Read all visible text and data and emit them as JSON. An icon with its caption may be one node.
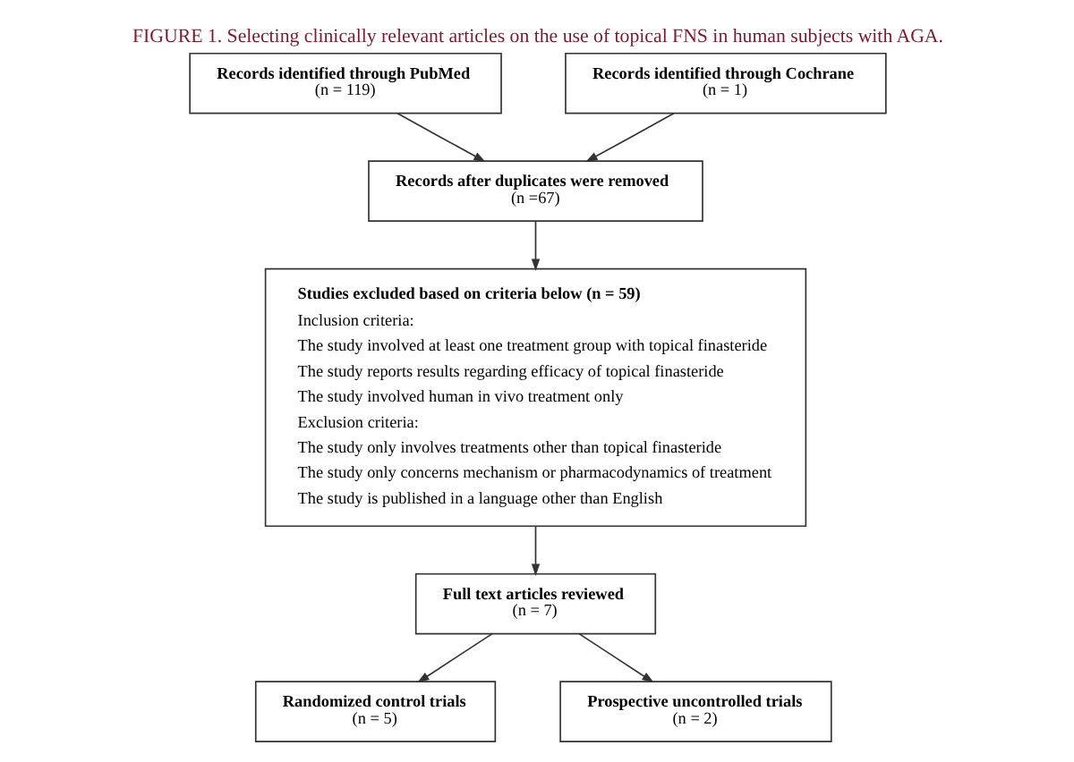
{
  "diagram": {
    "title": "FIGURE 1. Selecting clinically relevant articles on the use of topical FNS in human subjects with AGA.",
    "nodes": [
      {
        "text": [
          "Records identified through PubMed",
          "(n = 119)"
        ]
      },
      {
        "text": [
          "Records identified through Cochrane",
          "(n = 1)"
        ]
      },
      {
        "text": [
          "Records after duplicates were removed",
          "(n =67)"
        ]
      },
      {
        "text": [
          "Studies excluded based on criteria below (n = 59)",
          "Inclusion criteria:",
          "The study involved at least one treatment group with topical finasteride",
          "The study reports results regarding efficacy of topical finasteride",
          "The study involved human in vivo treatment only",
          "Exclusion criteria:",
          "The study only involves treatments other than topical finasteride",
          "The study only concerns mechanism or pharmacodynamics of treatment",
          "The study is published in a language other than English"
        ]
      },
      {
        "text": [
          "Full text articles reviewed",
          "(n = 7)"
        ]
      },
      {
        "text": [
          "Randomized control trials",
          "(n = 5)"
        ]
      },
      {
        "text": [
          "Prospective uncontrolled trials",
          "(n = 2)"
        ]
      }
    ],
    "edges": [
      {
        "from": 0,
        "to": 2,
        "arrow": "to"
      },
      {
        "from": 1,
        "to": 2,
        "arrow": "to"
      },
      {
        "from": 2,
        "to": 3,
        "arrow": "to"
      },
      {
        "from": 3,
        "to": 4,
        "arrow": "to"
      },
      {
        "from": 4,
        "to": 5,
        "arrow": "to"
      },
      {
        "from": 4,
        "to": 6,
        "arrow": "to"
      }
    ]
  }
}
